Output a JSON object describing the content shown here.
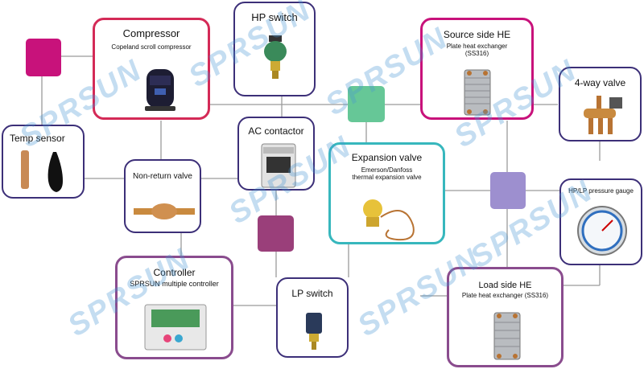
{
  "colors": {
    "line": "#9a9a9a",
    "red": "#d42a57",
    "navy": "#3c2f78",
    "magenta": "#c8127b",
    "teal": "#37b7bd",
    "purple": "#8a4c8e",
    "green": "#66c797",
    "lavender": "#9d8fcf",
    "wine": "#9a3f7a"
  },
  "nodes": {
    "compressor": {
      "title": "Compressor",
      "subtitle": "Copeland scroll compressor",
      "icon": "scroll-compressor-icon"
    },
    "hp_switch": {
      "title": "HP switch",
      "icon": "pressure-switch-icon"
    },
    "source_he": {
      "title": "Source side HE",
      "subtitle_line1": "Plate heat exchanger",
      "subtitle_line2": "(SS316)",
      "icon": "plate-heat-exchanger-icon"
    },
    "four_way": {
      "title": "4-way  valve",
      "icon": "four-way-valve-icon"
    },
    "temp_sensor": {
      "title": "Temp sensor",
      "icon": "temperature-probe-icon"
    },
    "non_return": {
      "title": "Non-return valve",
      "icon": "check-valve-icon"
    },
    "ac_contactor": {
      "title": "AC contactor",
      "icon": "contactor-icon"
    },
    "expansion": {
      "title": "Expansion valve",
      "subtitle_line1": "Emerson/Danfoss",
      "subtitle_line2": "thermal expansion valve",
      "icon": "expansion-valve-icon"
    },
    "gauge": {
      "title": "HP/LP  pressure  gauge",
      "icon": "pressure-gauge-icon"
    },
    "controller": {
      "title": "Controller",
      "subtitle": "SPRSUN multiple controller",
      "icon": "controller-panel-icon"
    },
    "lp_switch": {
      "title": "LP switch",
      "icon": "low-pressure-switch-icon"
    },
    "load_he": {
      "title": "Load side HE",
      "subtitle": "Plate heat exchanger (SS316)",
      "icon": "plate-heat-exchanger-icon"
    }
  },
  "watermark": "SPRSUN"
}
